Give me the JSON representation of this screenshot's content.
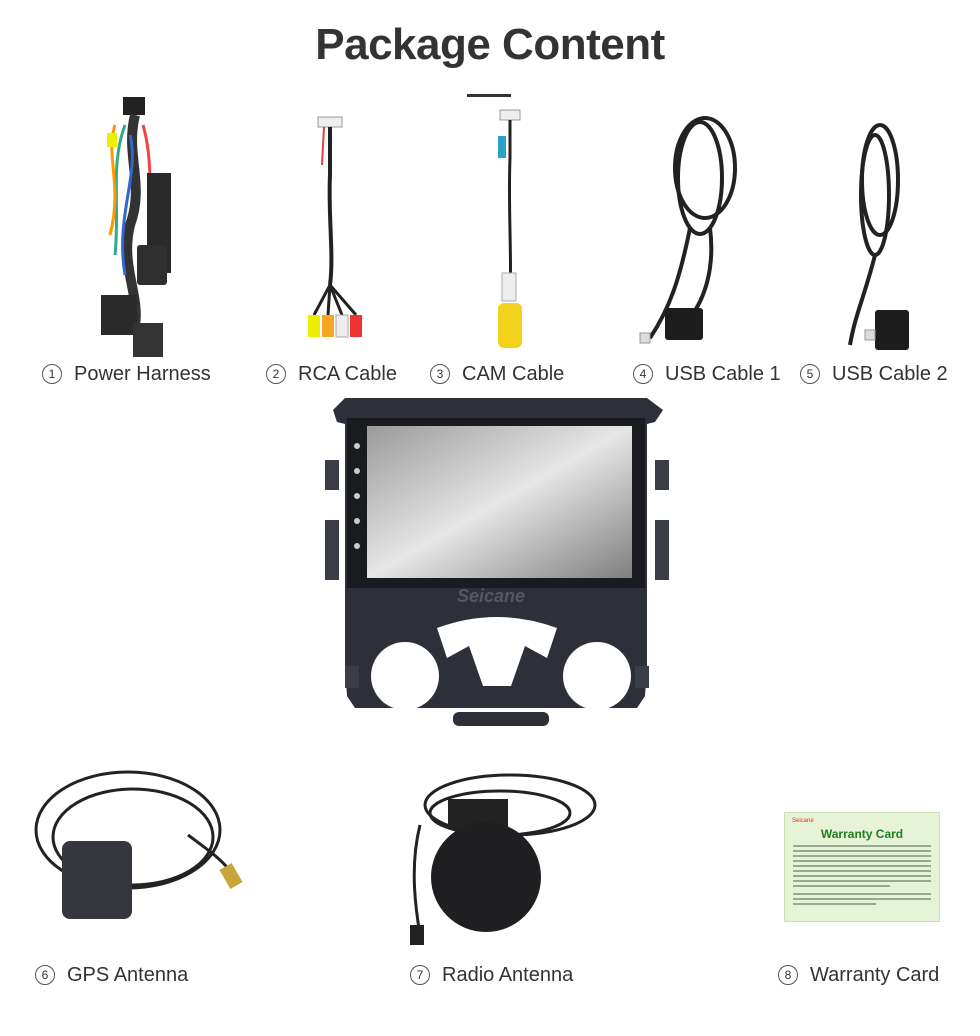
{
  "page": {
    "title": "Package Content"
  },
  "items": [
    {
      "num": "1",
      "label": "Power Harness",
      "icon": "power-harness"
    },
    {
      "num": "2",
      "label": "RCA Cable",
      "icon": "rca-cable"
    },
    {
      "num": "3",
      "label": "CAM Cable",
      "icon": "cam-cable"
    },
    {
      "num": "4",
      "label": "USB Cable 1",
      "icon": "usb-cable"
    },
    {
      "num": "5",
      "label": "USB Cable 2",
      "icon": "usb-cable"
    },
    {
      "num": "6",
      "label": "GPS Antenna",
      "icon": "gps-antenna"
    },
    {
      "num": "7",
      "label": "Radio Antenna",
      "icon": "radio-antenna"
    },
    {
      "num": "8",
      "label": "Warranty Card",
      "icon": "warranty-card"
    }
  ],
  "head_unit": {
    "watermark": "Seicane",
    "icon": "car-radio-head-unit"
  },
  "warranty_card": {
    "brand": "Seicane",
    "heading": "Warranty Card"
  },
  "colors": {
    "title": "#333333",
    "unit_body": "#2d3038",
    "card_bg": "#e7f3d6",
    "card_heading": "#1f7d22"
  }
}
